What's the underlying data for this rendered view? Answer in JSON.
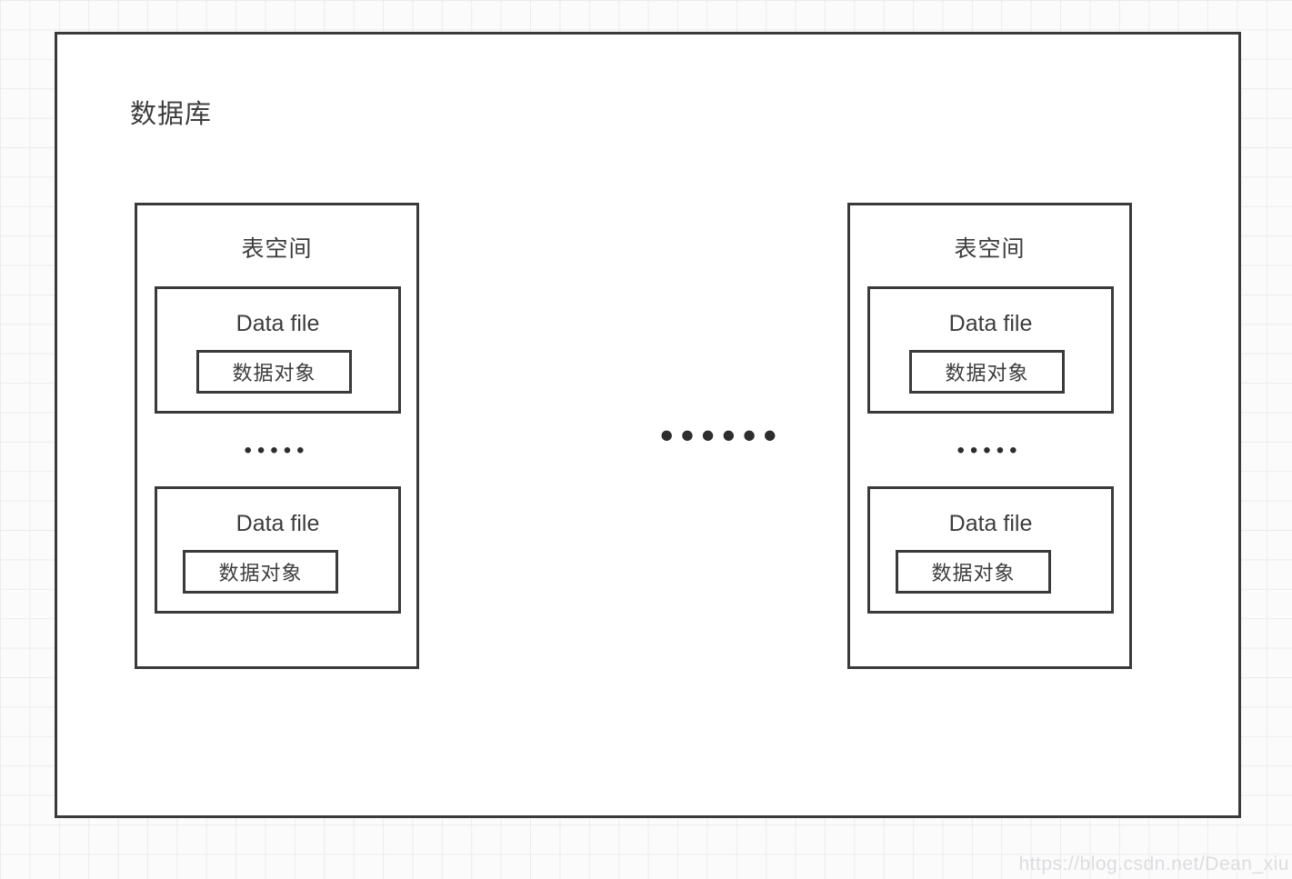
{
  "diagram": {
    "title": "数据库",
    "center_ellipsis": "••••••",
    "watermark": "https://blog.csdn.net/Dean_xiu",
    "tablespaces": [
      {
        "label": "表空间",
        "ellipsis": "•••••",
        "files": [
          {
            "label": "Data file",
            "object": "数据对象"
          },
          {
            "label": "Data file",
            "object": "数据对象"
          }
        ]
      },
      {
        "label": "表空间",
        "ellipsis": "•••••",
        "files": [
          {
            "label": "Data file",
            "object": "数据对象"
          },
          {
            "label": "Data file",
            "object": "数据对象"
          }
        ]
      }
    ]
  }
}
